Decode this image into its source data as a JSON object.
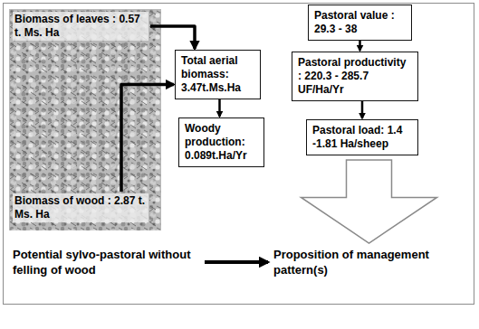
{
  "diagram": {
    "nodes": [
      {
        "text": [
          "Biomass of leaves : 0.57 t. Ms. Ha"
        ]
      },
      {
        "text": [
          "Biomass of wood : 2.87 t. Ms. Ha"
        ]
      },
      {
        "text": [
          "Total aerial biomass: 3.47t.Ms.Ha"
        ]
      },
      {
        "text": [
          "Woody production: 0.089t.Ha/Yr"
        ]
      },
      {
        "text": [
          "Pastoral value : 29.3 - 38"
        ]
      },
      {
        "text": [
          "Pastoral productivity : 220.3 - 285.7 UF/Ha/Yr"
        ]
      },
      {
        "text": [
          "Pastoral load: 1.4 -1.81 Ha/sheep"
        ]
      },
      {
        "text": [
          "Potential sylvo-pastoral without felling of wood"
        ]
      },
      {
        "text": [
          "Proposition of management pattern(s)"
        ]
      }
    ],
    "edges": [
      {
        "from": 0,
        "to": 2,
        "arrow": "to"
      },
      {
        "from": 1,
        "to": 2,
        "arrow": "to"
      },
      {
        "from": 2,
        "to": 3,
        "arrow": "to"
      },
      {
        "from": 4,
        "to": 5,
        "arrow": "to"
      },
      {
        "from": 5,
        "to": 6,
        "arrow": "to"
      },
      {
        "from": 6,
        "to": 8,
        "arrow": "to"
      },
      {
        "from": 7,
        "to": 8,
        "arrow": "to"
      }
    ]
  }
}
